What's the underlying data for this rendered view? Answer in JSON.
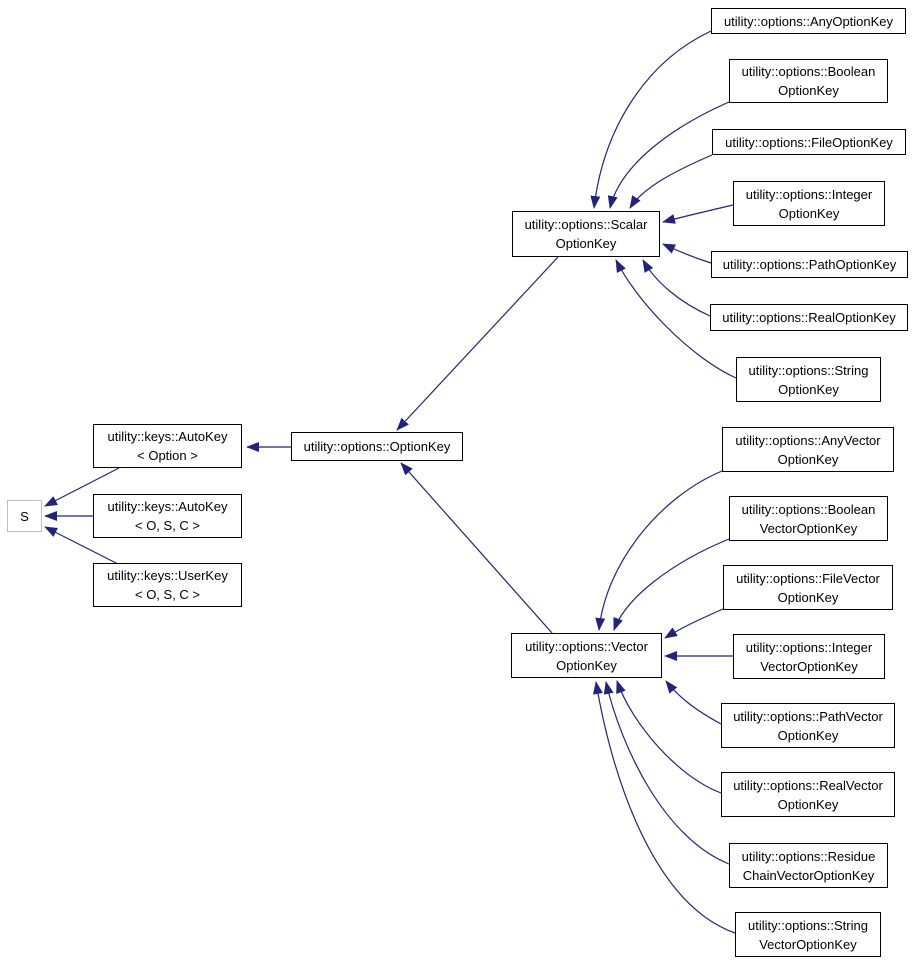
{
  "diagram": {
    "type": "class-inheritance-graph",
    "colors": {
      "edge": "#23237a",
      "node_border": "#000000",
      "node_fill": "#ffffff",
      "external_node_border": "#bfbfbf",
      "text": "#000000",
      "background": "#ffffff"
    },
    "nodes": [
      {
        "id": "s",
        "label_lines": [
          "S"
        ],
        "external": true
      },
      {
        "id": "autokey_option",
        "label_lines": [
          "utility::keys::AutoKey",
          "< Option >"
        ]
      },
      {
        "id": "autokey_osc",
        "label_lines": [
          "utility::keys::AutoKey",
          "< O, S, C >"
        ]
      },
      {
        "id": "userkey_osc",
        "label_lines": [
          "utility::keys::UserKey",
          "< O, S, C >"
        ]
      },
      {
        "id": "optionkey",
        "label_lines": [
          "utility::options::OptionKey"
        ]
      },
      {
        "id": "scalar",
        "label_lines": [
          "utility::options::Scalar",
          "OptionKey"
        ]
      },
      {
        "id": "vector",
        "label_lines": [
          "utility::options::Vector",
          "OptionKey"
        ]
      },
      {
        "id": "any",
        "label_lines": [
          "utility::options::AnyOptionKey"
        ]
      },
      {
        "id": "boolean",
        "label_lines": [
          "utility::options::Boolean",
          "OptionKey"
        ]
      },
      {
        "id": "file",
        "label_lines": [
          "utility::options::FileOptionKey"
        ]
      },
      {
        "id": "integer",
        "label_lines": [
          "utility::options::Integer",
          "OptionKey"
        ]
      },
      {
        "id": "path",
        "label_lines": [
          "utility::options::PathOptionKey"
        ]
      },
      {
        "id": "real",
        "label_lines": [
          "utility::options::RealOptionKey"
        ]
      },
      {
        "id": "string",
        "label_lines": [
          "utility::options::String",
          "OptionKey"
        ]
      },
      {
        "id": "any_vec",
        "label_lines": [
          "utility::options::AnyVector",
          "OptionKey"
        ]
      },
      {
        "id": "boolean_vec",
        "label_lines": [
          "utility::options::Boolean",
          "VectorOptionKey"
        ]
      },
      {
        "id": "file_vec",
        "label_lines": [
          "utility::options::FileVector",
          "OptionKey"
        ]
      },
      {
        "id": "integer_vec",
        "label_lines": [
          "utility::options::Integer",
          "VectorOptionKey"
        ]
      },
      {
        "id": "path_vec",
        "label_lines": [
          "utility::options::PathVector",
          "OptionKey"
        ]
      },
      {
        "id": "real_vec",
        "label_lines": [
          "utility::options::RealVector",
          "OptionKey"
        ]
      },
      {
        "id": "residuechain_vec",
        "label_lines": [
          "utility::options::Residue",
          "ChainVectorOptionKey"
        ]
      },
      {
        "id": "string_vec",
        "label_lines": [
          "utility::options::String",
          "VectorOptionKey"
        ]
      }
    ],
    "edges": [
      {
        "from": "autokey_option",
        "to": "s"
      },
      {
        "from": "autokey_osc",
        "to": "s"
      },
      {
        "from": "userkey_osc",
        "to": "s"
      },
      {
        "from": "optionkey",
        "to": "autokey_option"
      },
      {
        "from": "scalar",
        "to": "optionkey"
      },
      {
        "from": "vector",
        "to": "optionkey"
      },
      {
        "from": "any",
        "to": "scalar"
      },
      {
        "from": "boolean",
        "to": "scalar"
      },
      {
        "from": "file",
        "to": "scalar"
      },
      {
        "from": "integer",
        "to": "scalar"
      },
      {
        "from": "path",
        "to": "scalar"
      },
      {
        "from": "real",
        "to": "scalar"
      },
      {
        "from": "string",
        "to": "scalar"
      },
      {
        "from": "any_vec",
        "to": "vector"
      },
      {
        "from": "boolean_vec",
        "to": "vector"
      },
      {
        "from": "file_vec",
        "to": "vector"
      },
      {
        "from": "integer_vec",
        "to": "vector"
      },
      {
        "from": "path_vec",
        "to": "vector"
      },
      {
        "from": "real_vec",
        "to": "vector"
      },
      {
        "from": "residuechain_vec",
        "to": "vector"
      },
      {
        "from": "string_vec",
        "to": "vector"
      }
    ]
  }
}
